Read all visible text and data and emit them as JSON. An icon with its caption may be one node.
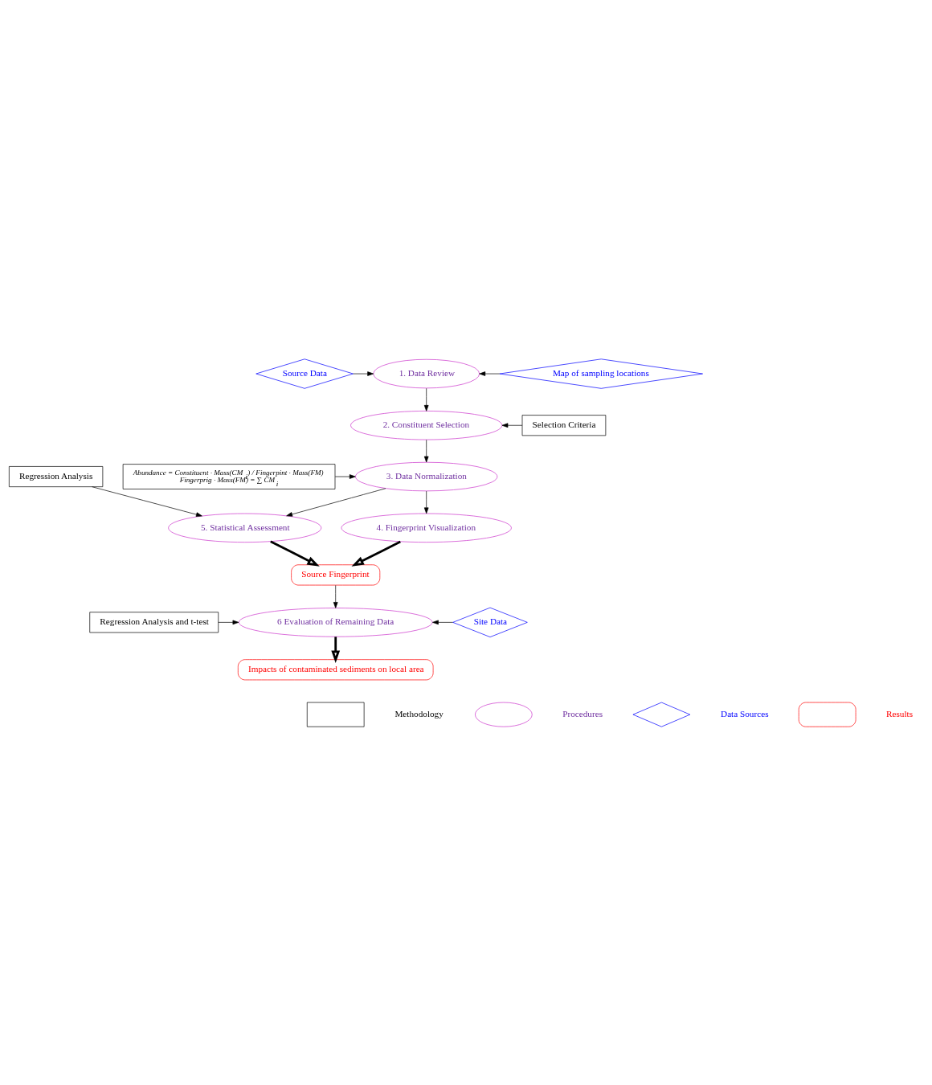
{
  "diagram": {
    "nodes": [
      {
        "text": [
          "Source Data"
        ]
      },
      {
        "text": [
          "1. Data Review"
        ]
      },
      {
        "text": [
          "Map of sampling locations"
        ]
      },
      {
        "text": [
          "2. Constituent Selection"
        ]
      },
      {
        "text": [
          "Selection Criteria"
        ]
      },
      {
        "text": [
          "Abundance = Constituent · Mass(CM$_{i}$) / Fingerpint · Mass(FM)",
          "Fingerprig · Mass(FM) = ∑ CM$_{i}$"
        ]
      },
      {
        "text": [
          "3. Data Normalization"
        ]
      },
      {
        "text": [
          "Regression Analysis"
        ]
      },
      {
        "text": [
          "4. Fingerprint Visualization"
        ]
      },
      {
        "text": [
          "5. Statistical Assessment"
        ]
      },
      {
        "text": [
          "Source Fingerprint"
        ]
      },
      {
        "text": [
          "Regression Analysis and t-test"
        ]
      },
      {
        "text": [
          "6 Evaluation of Remaining Data"
        ]
      },
      {
        "text": [
          "Site Data"
        ]
      },
      {
        "text": [
          "Impacts of contaminated sediments on local area"
        ]
      },
      {
        "text": [],
        "shape": "box"
      },
      {
        "text": [],
        "shape": "ellipse"
      },
      {
        "text": [],
        "shape": "diamond"
      },
      {
        "text": [],
        "shape": "box"
      }
    ],
    "edges": [
      {
        "from": 0,
        "to": 1,
        "arrow": "to"
      },
      {
        "from": 2,
        "to": 1,
        "arrow": "to"
      },
      {
        "from": 1,
        "to": 3,
        "arrow": "to"
      },
      {
        "from": 4,
        "to": 3,
        "arrow": "to"
      },
      {
        "from": 5,
        "to": 6,
        "arrow": "to"
      },
      {
        "from": 3,
        "to": 6,
        "arrow": "to"
      },
      {
        "from": 6,
        "to": 8,
        "arrow": "to"
      },
      {
        "from": 6,
        "to": 9,
        "arrow": "to"
      },
      {
        "from": 7,
        "to": 9,
        "arrow": "to"
      },
      {
        "from": 8,
        "to": 10,
        "arrow": "to",
        "style": "thick"
      },
      {
        "from": 9,
        "to": 10,
        "arrow": "to",
        "style": "thick"
      },
      {
        "from": 10,
        "to": 12,
        "arrow": "to"
      },
      {
        "from": 11,
        "to": 12,
        "arrow": "to"
      },
      {
        "from": 13,
        "to": 12,
        "arrow": "to"
      },
      {
        "from": 12,
        "to": 14,
        "arrow": "to",
        "style": "thick"
      }
    ],
    "legend": [
      {
        "text": "Methodology"
      },
      {
        "text": "Procedures"
      },
      {
        "text": "Data Sources"
      },
      {
        "text": "Results"
      }
    ]
  }
}
